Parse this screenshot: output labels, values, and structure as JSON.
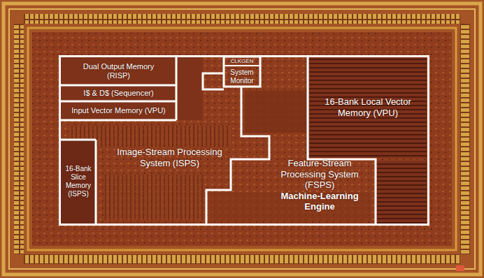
{
  "diagram": {
    "nodes": [
      {
        "text": [
          "Dual Output Memory (RISP)"
        ]
      },
      {
        "text": [
          "I$ & D$ (Sequencer)"
        ]
      },
      {
        "text": [
          "Input Vector Memory (VPU)"
        ]
      },
      {
        "text": [
          "CLKGEN"
        ]
      },
      {
        "text": [
          "System Monitor"
        ]
      },
      {
        "text": [
          "Image-Stream Processing System (ISPS)"
        ]
      },
      {
        "text": [
          "16-Bank Slice Memory (ISPS)"
        ],
        "in": 5
      },
      {
        "text": [
          "Feature-Stream Processing System (FSPS)",
          "Machine-Learning Engine"
        ]
      },
      {
        "text": [
          "16-Bank Local Vector Memory (VPU)"
        ]
      }
    ]
  }
}
